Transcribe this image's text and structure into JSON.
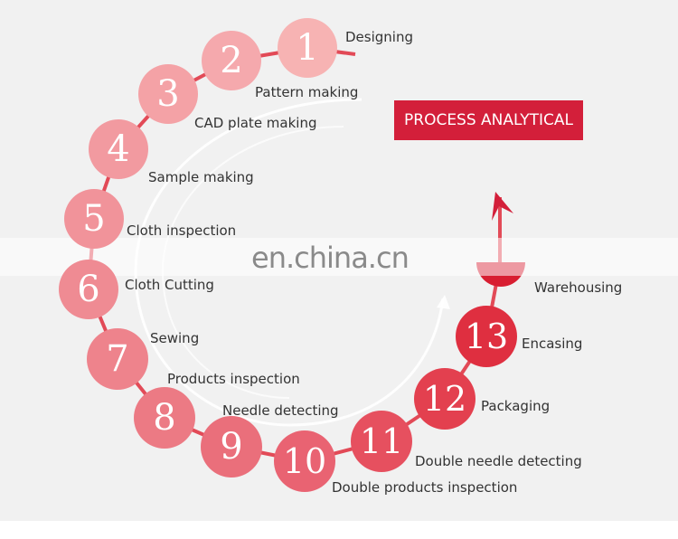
{
  "title": "PROCESS ANALYTICAL",
  "watermark": "en.china.cn",
  "steps": [
    {
      "number": "1",
      "label": "Designing",
      "color": "#f7b3b3"
    },
    {
      "number": "2",
      "label": "Pattern making",
      "color": "#f5a9ad"
    },
    {
      "number": "3",
      "label": "CAD plate making",
      "color": "#f4a2a6"
    },
    {
      "number": "4",
      "label": "Sample making",
      "color": "#f29aa0"
    },
    {
      "number": "5",
      "label": "Cloth inspection",
      "color": "#f1939a"
    },
    {
      "number": "6",
      "label": "Cloth Cutting",
      "color": "#ef8b93"
    },
    {
      "number": "7",
      "label": "Sewing",
      "color": "#ee838c"
    },
    {
      "number": "8",
      "label": "Products inspection",
      "color": "#ec7a84"
    },
    {
      "number": "9",
      "label": "Needle detecting",
      "color": "#ea6f7b"
    },
    {
      "number": "10",
      "label": "Double products inspection",
      "color": "#e96372"
    },
    {
      "number": "11",
      "label": "Double needle detecting",
      "color": "#e6505f"
    },
    {
      "number": "12",
      "label": "Packaging",
      "color": "#e3404f"
    },
    {
      "number": "13",
      "label": "Encasing",
      "color": "#df2f40"
    }
  ],
  "final_step": {
    "label": "Warehousing",
    "color": "#d81e31"
  },
  "colors": {
    "accent": "#d31f3a",
    "path": "#e24a57",
    "background": "#f1f1f1"
  }
}
